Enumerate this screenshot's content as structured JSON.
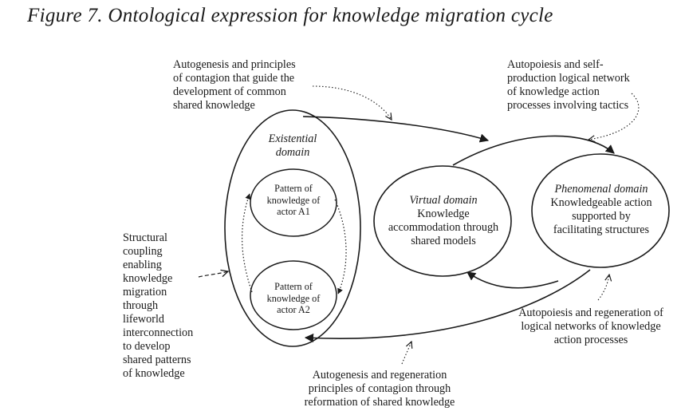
{
  "figure": {
    "title": "Figure 7. Ontological expression for knowledge migration cycle"
  },
  "domains": {
    "existential": {
      "title_lines": [
        "Existential",
        "domain"
      ]
    },
    "pattern_a1": {
      "lines": [
        "Pattern of",
        "knowledge of",
        "actor A1"
      ]
    },
    "pattern_a2": {
      "lines": [
        "Pattern of",
        "knowledge of",
        "actor A2"
      ]
    },
    "virtual": {
      "title": "Virtual domain",
      "lines": [
        "Knowledge",
        "accommodation through",
        "shared models"
      ]
    },
    "phenomenal": {
      "title": "Phenomenal domain",
      "lines": [
        "Knowledgeable action",
        "supported by",
        "facilitating structures"
      ]
    }
  },
  "annotations": {
    "autogenesis_top": [
      "Autogenesis and principles",
      "of contagion that guide the",
      "development of common",
      "shared knowledge"
    ],
    "autopoiesis_top": [
      "Autopoiesis and self-",
      "production logical network",
      "of knowledge action",
      "processes involving tactics"
    ],
    "structural_coupling": [
      "Structural",
      "coupling",
      "enabling",
      "knowledge",
      "migration",
      "through",
      "lifeworld",
      "interconnection",
      "to develop",
      "shared patterns",
      "of knowledge"
    ],
    "autopoiesis_bottom": [
      "Autopoiesis and regeneration of",
      "logical networks of knowledge",
      "action processes"
    ],
    "autogenesis_bottom": [
      "Autogenesis and regeneration",
      "principles of contagion through",
      "reformation of shared knowledge"
    ]
  }
}
